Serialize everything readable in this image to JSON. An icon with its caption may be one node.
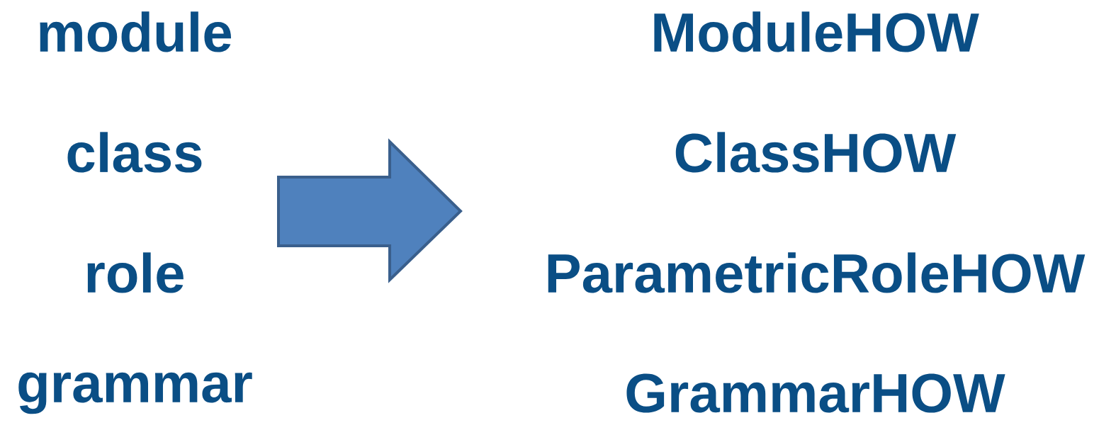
{
  "diagram": {
    "labels": [
      "module",
      "ModuleHOW",
      "class",
      "ClassHOW",
      "role",
      "ParametricRoleHOW",
      "grammar",
      "GrammarHOW"
    ]
  }
}
